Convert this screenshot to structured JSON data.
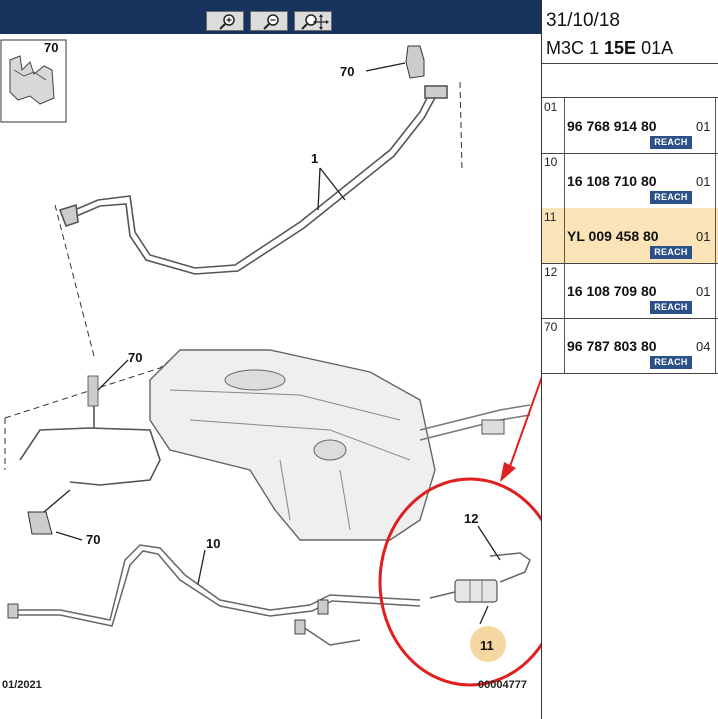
{
  "toolbar": {
    "zoom_in_icon": "magnifier-plus-icon",
    "zoom_out_icon": "magnifier-minus-icon",
    "zoom_move_icon": "magnifier-move-icon"
  },
  "header": {
    "date": "31/10/18",
    "code_prefix": "M3C 1 ",
    "code_bold": "15E",
    "code_suffix": " 01A"
  },
  "parts": [
    {
      "ref": "01",
      "part": "96 768 914 80",
      "qty": "01",
      "badge": "REACH"
    },
    {
      "ref": "10",
      "part": "16 108 710 80",
      "qty": "01",
      "badge": "REACH"
    },
    {
      "ref": "11",
      "part": "YL 009 458 80",
      "qty": "01",
      "badge": "REACH",
      "selected": true
    },
    {
      "ref": "12",
      "part": "16 108 709 80",
      "qty": "01",
      "badge": "REACH"
    },
    {
      "ref": "70",
      "part": "96 787 803 80",
      "qty": "04",
      "badge": "REACH"
    }
  ],
  "diagram": {
    "labels": {
      "l70a": "70",
      "l70b": "70",
      "l70c": "70",
      "l70d": "70",
      "l1": "1",
      "l10": "10",
      "l12": "12",
      "l11": "11"
    },
    "footer_left": "01/2021",
    "footer_right": "00004777"
  },
  "colors": {
    "topbar": "#17325c",
    "selected_row": "#fbe3b8",
    "reach_badge": "#2c5189",
    "highlight_red": "#e02020",
    "callout_bubble": "#f6d7a0"
  }
}
